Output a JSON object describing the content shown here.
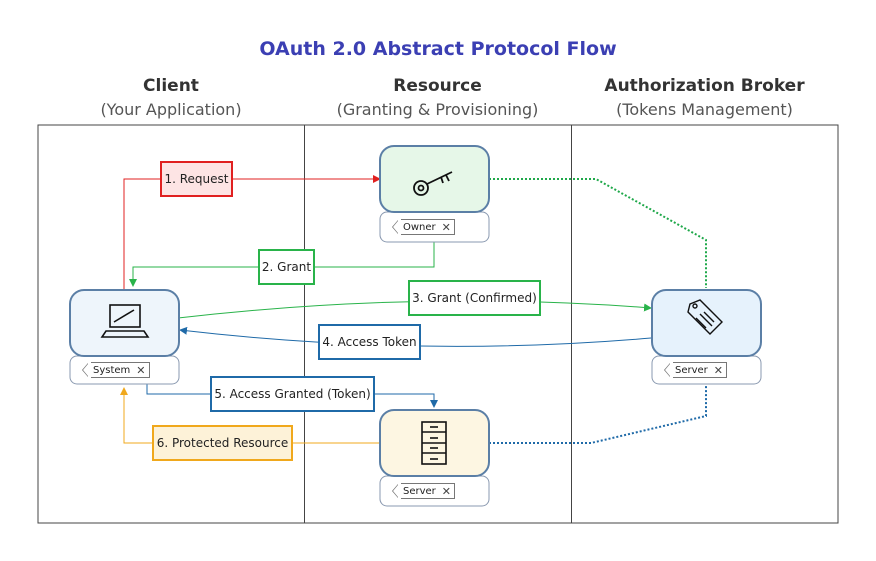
{
  "title": "OAuth 2.0 Abstract Protocol Flow",
  "columns": [
    {
      "heading": "Client",
      "subheading": "(Your Application)"
    },
    {
      "heading": "Resource",
      "subheading": "(Granting & Provisioning)"
    },
    {
      "heading": "Authorization Broker",
      "subheading": "(Tokens Management)"
    }
  ],
  "nodes": {
    "owner": {
      "tag": "Owner",
      "icon": "key-icon"
    },
    "system": {
      "tag": "System",
      "icon": "laptop-icon"
    },
    "auth_server": {
      "tag": "Server",
      "icon": "price-tag-icon"
    },
    "resource_server": {
      "tag": "Server",
      "icon": "file-cabinet-icon"
    }
  },
  "steps": [
    {
      "label": "1. Request",
      "color": "#e02020",
      "fill": "#fde4e4"
    },
    {
      "label": "2. Grant",
      "color": "#29b34a",
      "fill": "#ffffff"
    },
    {
      "label": "3. Grant (Confirmed)",
      "color": "#29b34a",
      "fill": "#ffffff"
    },
    {
      "label": "4. Access Token",
      "color": "#1f6aa8",
      "fill": "#ffffff"
    },
    {
      "label": "5. Access Granted (Token)",
      "color": "#1f6aa8",
      "fill": "#ffffff"
    },
    {
      "label": "6. Protected Resource",
      "color": "#f0a81c",
      "fill": "#fdf2d8"
    }
  ],
  "colors": {
    "title": "#3b3fb3",
    "node_border": "#5b7fa6",
    "key_node_fill": "#e6f7e8",
    "system_node_fill": "#eef5fb",
    "auth_node_fill": "#e6f2fc",
    "resource_node_fill": "#fdf6e2"
  }
}
